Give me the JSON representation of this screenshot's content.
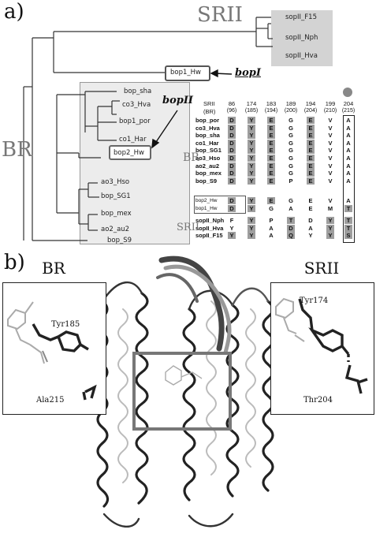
{
  "panel_a": {
    "label": "a)",
    "sr2_big": "SRII",
    "br_big": "BR",
    "sr2_leaves": [
      "sopII_F15",
      "sopII_Nph",
      "sopII_Hva"
    ],
    "bop1_leaf": "bop1_Hw",
    "br_leaves": [
      "bop_sha",
      "co3_Hva",
      "bop1_por",
      "co1_Har",
      "bop2_Hw",
      "ao3_Hso",
      "bop_SG1",
      "bop_mex",
      "ao2_au2",
      "bop_S9"
    ],
    "arrow_bopI": "bopI",
    "arrow_bopII": "bopII",
    "alignment": {
      "hdr_line1": "SRII",
      "hdr_line2": "(BR)",
      "positions": [
        "86",
        "174",
        "183",
        "189",
        "194",
        "199",
        "204"
      ],
      "br_positions": [
        "(96)",
        "(185)",
        "(194)",
        "(200)",
        "(204)",
        "(210)",
        "(215)"
      ],
      "br_group_label": "BR",
      "sr2_group_label": "SRII",
      "br_rows": [
        {
          "name": "bop_por",
          "res": [
            "D",
            "Y",
            "E",
            "G",
            "E",
            "V",
            "A"
          ]
        },
        {
          "name": "co3_Hva",
          "res": [
            "D",
            "Y",
            "E",
            "G",
            "E",
            "V",
            "A"
          ]
        },
        {
          "name": "bop_sha",
          "res": [
            "D",
            "Y",
            "E",
            "G",
            "E",
            "V",
            "A"
          ]
        },
        {
          "name": "co1_Har",
          "res": [
            "D",
            "Y",
            "E",
            "G",
            "E",
            "V",
            "A"
          ]
        },
        {
          "name": "bop_SG1",
          "res": [
            "D",
            "Y",
            "E",
            "G",
            "E",
            "V",
            "A"
          ]
        },
        {
          "name": "ao3_Hso",
          "res": [
            "D",
            "Y",
            "E",
            "G",
            "E",
            "V",
            "A"
          ]
        },
        {
          "name": "ao2_au2",
          "res": [
            "D",
            "Y",
            "E",
            "G",
            "E",
            "V",
            "A"
          ]
        },
        {
          "name": "bop_mex",
          "res": [
            "D",
            "Y",
            "E",
            "G",
            "E",
            "V",
            "A"
          ]
        },
        {
          "name": "bop_S9",
          "res": [
            "D",
            "Y",
            "E",
            "P",
            "E",
            "V",
            "A"
          ]
        }
      ],
      "hw_rows": [
        {
          "name": "bop2_Hw",
          "res": [
            "D",
            "Y",
            "E",
            "G",
            "E",
            "V",
            "A"
          ]
        },
        {
          "name": "bop1_Hw",
          "res": [
            "D",
            "Y",
            "G",
            "A",
            "E",
            "M",
            "T"
          ]
        }
      ],
      "sr_rows": [
        {
          "name": "sopII_Nph",
          "res": [
            "F",
            "Y",
            "P",
            "T",
            "D",
            "Y",
            "T"
          ]
        },
        {
          "name": "sopII_Hva",
          "res": [
            "Y",
            "Y",
            "A",
            "D",
            "A",
            "Y",
            "T"
          ]
        },
        {
          "name": "sopII_F15",
          "res": [
            "Y",
            "Y",
            "A",
            "Q",
            "Y",
            "Y",
            "S"
          ]
        }
      ]
    }
  },
  "panel_b": {
    "label": "b)",
    "br_title": "BR",
    "sr2_title": "SRII",
    "br_tyr": "Tyr185",
    "br_ala": "Ala215",
    "sr2_tyr": "Tyr174",
    "sr2_thr": "Thr204"
  },
  "colors": {
    "shade": "#9e9e9e",
    "box_fill": "#d8d8d8",
    "box_edge": "#777777",
    "dot": "#888888"
  }
}
